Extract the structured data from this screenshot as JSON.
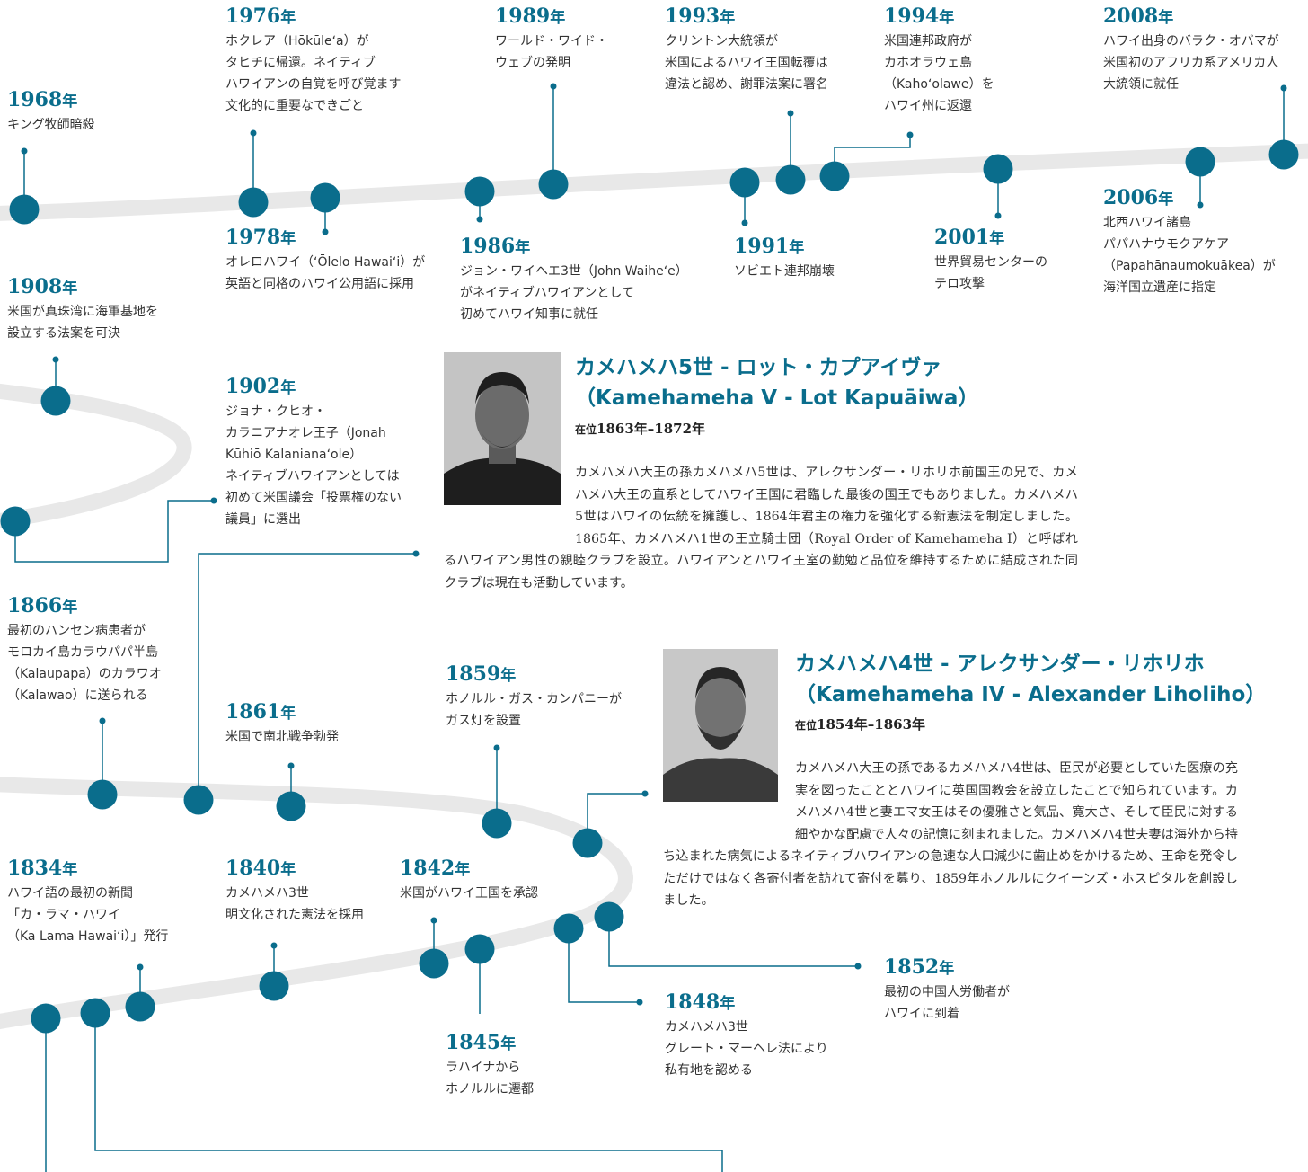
{
  "colors": {
    "accent": "#0a6d8c",
    "band": "#e8e8e8",
    "text": "#333333"
  },
  "year_suffix": "年",
  "events": [
    {
      "id": "1968",
      "year": "1968",
      "desc": "キング牧師暗殺"
    },
    {
      "id": "1976",
      "year": "1976",
      "desc": "ホクレア（Hōkūleʻa）が\nタヒチに帰還。ネイティブ\nハワイアンの自覚を呼び覚ます\n文化的に重要なできごと"
    },
    {
      "id": "1978",
      "year": "1978",
      "desc": "オレロハワイ（ʻŌlelo Hawaiʻi）が\n英語と同格のハワイ公用語に採用"
    },
    {
      "id": "1986",
      "year": "1986",
      "desc": "ジョン・ワイヘエ3世（John Waiheʻe）\nがネイティブハワイアンとして\n初めてハワイ知事に就任"
    },
    {
      "id": "1989",
      "year": "1989",
      "desc": "ワールド・ワイド・\nウェブの発明"
    },
    {
      "id": "1991",
      "year": "1991",
      "desc": "ソビエト連邦崩壊"
    },
    {
      "id": "1993",
      "year": "1993",
      "desc": "クリントン大統領が\n米国によるハワイ王国転覆は\n違法と認め、謝罪法案に署名"
    },
    {
      "id": "1994",
      "year": "1994",
      "desc": "米国連邦政府が\nカホオラウェ島\n（Kahoʻolawe）を\nハワイ州に返還"
    },
    {
      "id": "2001",
      "year": "2001",
      "desc": "世界貿易センターの\nテロ攻撃"
    },
    {
      "id": "2006",
      "year": "2006",
      "desc": "北西ハワイ諸島\nパパハナウモクアケア\n（Papahānaumokuākea）が\n海洋国立遺産に指定"
    },
    {
      "id": "2008",
      "year": "2008",
      "desc": "ハワイ出身のバラク・オバマが\n米国初のアフリカ系アメリカ人\n大統領に就任"
    },
    {
      "id": "1908",
      "year": "1908",
      "desc": "米国が真珠湾に海軍基地を\n設立する法案を可決"
    },
    {
      "id": "1902",
      "year": "1902",
      "desc": "ジョナ・クヒオ・\nカラニアナオレ王子（Jonah\nKūhiō Kalanianaʻole）\nネイティブハワイアンとしては\n初めて米国議会「投票権のない\n議員」に選出"
    },
    {
      "id": "1866",
      "year": "1866",
      "desc": "最初のハンセン病患者が\nモロカイ島カラウパパ半島\n（Kalaupapa）のカラワオ\n（Kalawao）に送られる"
    },
    {
      "id": "1861",
      "year": "1861",
      "desc": "米国で南北戦争勃発"
    },
    {
      "id": "1859",
      "year": "1859",
      "desc": "ホノルル・ガス・カンパニーが\nガス灯を設置"
    },
    {
      "id": "1834",
      "year": "1834",
      "desc": "ハワイ語の最初の新聞\n「カ・ラマ・ハワイ\n（Ka Lama Hawaiʻi）」発行"
    },
    {
      "id": "1840",
      "year": "1840",
      "desc": "カメハメハ3世\n明文化された憲法を採用"
    },
    {
      "id": "1842",
      "year": "1842",
      "desc": "米国がハワイ王国を承認"
    },
    {
      "id": "1845",
      "year": "1845",
      "desc": "ラハイナから\nホノルルに遷都"
    },
    {
      "id": "1848",
      "year": "1848",
      "desc": "カメハメハ3世\nグレート・マーヘレ法により\n私有地を認める"
    },
    {
      "id": "1852",
      "year": "1852",
      "desc": "最初の中国人労働者が\nハワイに到着"
    }
  ],
  "kings": [
    {
      "title": "カメハメハ5世 - ロット・カプアイヴァ\n（Kamehameha V - Lot Kapuāiwa）",
      "reign_prefix": "在位",
      "reign": "1863年–1872年",
      "bio_lead": "カメハメハ大王の孫カメハメハ5世は、アレクサンダー・リホリホ前国王の兄で、カメハメハ大王の直系としてハワイ王国に君臨した最後の国王でもありました。カメハメハ5世はハワイの伝統を擁護し、",
      "bio_rest": "1864年君主の権力を強化する新憲法を制定しました。1865年、カメハメハ1世の王立騎士団（Royal Order of Kamehameha I）と呼ばれるハワイアン男性の親睦クラブを設立。ハワイアンとハワイ王室の勤勉と品位を維持するために結成された同クラブは現在も活動しています。"
    },
    {
      "title": "カメハメハ4世 - アレクサンダー・リホリホ\n（Kamehameha IV - Alexander Liholiho）",
      "reign_prefix": "在位",
      "reign": "1854年–1863年",
      "bio_lead": "カメハメハ大王の孫であるカメハメハ4世は、臣民が必要としていた医療の充実を図ったこととハワイに英国国教会を設立したことで知られています。",
      "bio_rest": "カメハメハ4世と妻エマ女王はその優雅さと気品、寛大さ、そして臣民に対する細やかな配慮で人々の記憶に刻まれました。カメハメハ4世夫妻は海外から持ち込まれた病気によるネイティブハワイアンの急速な人口減少に歯止めをかけるため、王命を発令しただけではなく各寄付者を訪れて寄付を募り、1859年ホノルルにクイーンズ・ホスピタルを創設しました。"
    }
  ]
}
